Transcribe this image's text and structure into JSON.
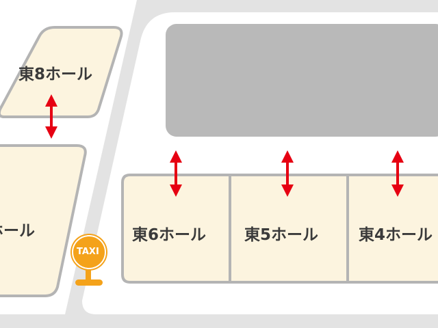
{
  "halls": {
    "east8": "東8ホール",
    "east7_partial": "ホール",
    "east6": "東6ホール",
    "east5": "東5ホール",
    "east4": "東4ホール"
  },
  "taxi": {
    "label": "TAXI",
    "icon": "taxi-stand-icon"
  },
  "colors": {
    "background": "#e3e3e3",
    "ground": "#ffffff",
    "hall_fill": "#fcf4df",
    "hall_border": "#b4b4b4",
    "block": "#b9b9b9",
    "arrow": "#e60012",
    "taxi_orange": "#f4a21a"
  }
}
